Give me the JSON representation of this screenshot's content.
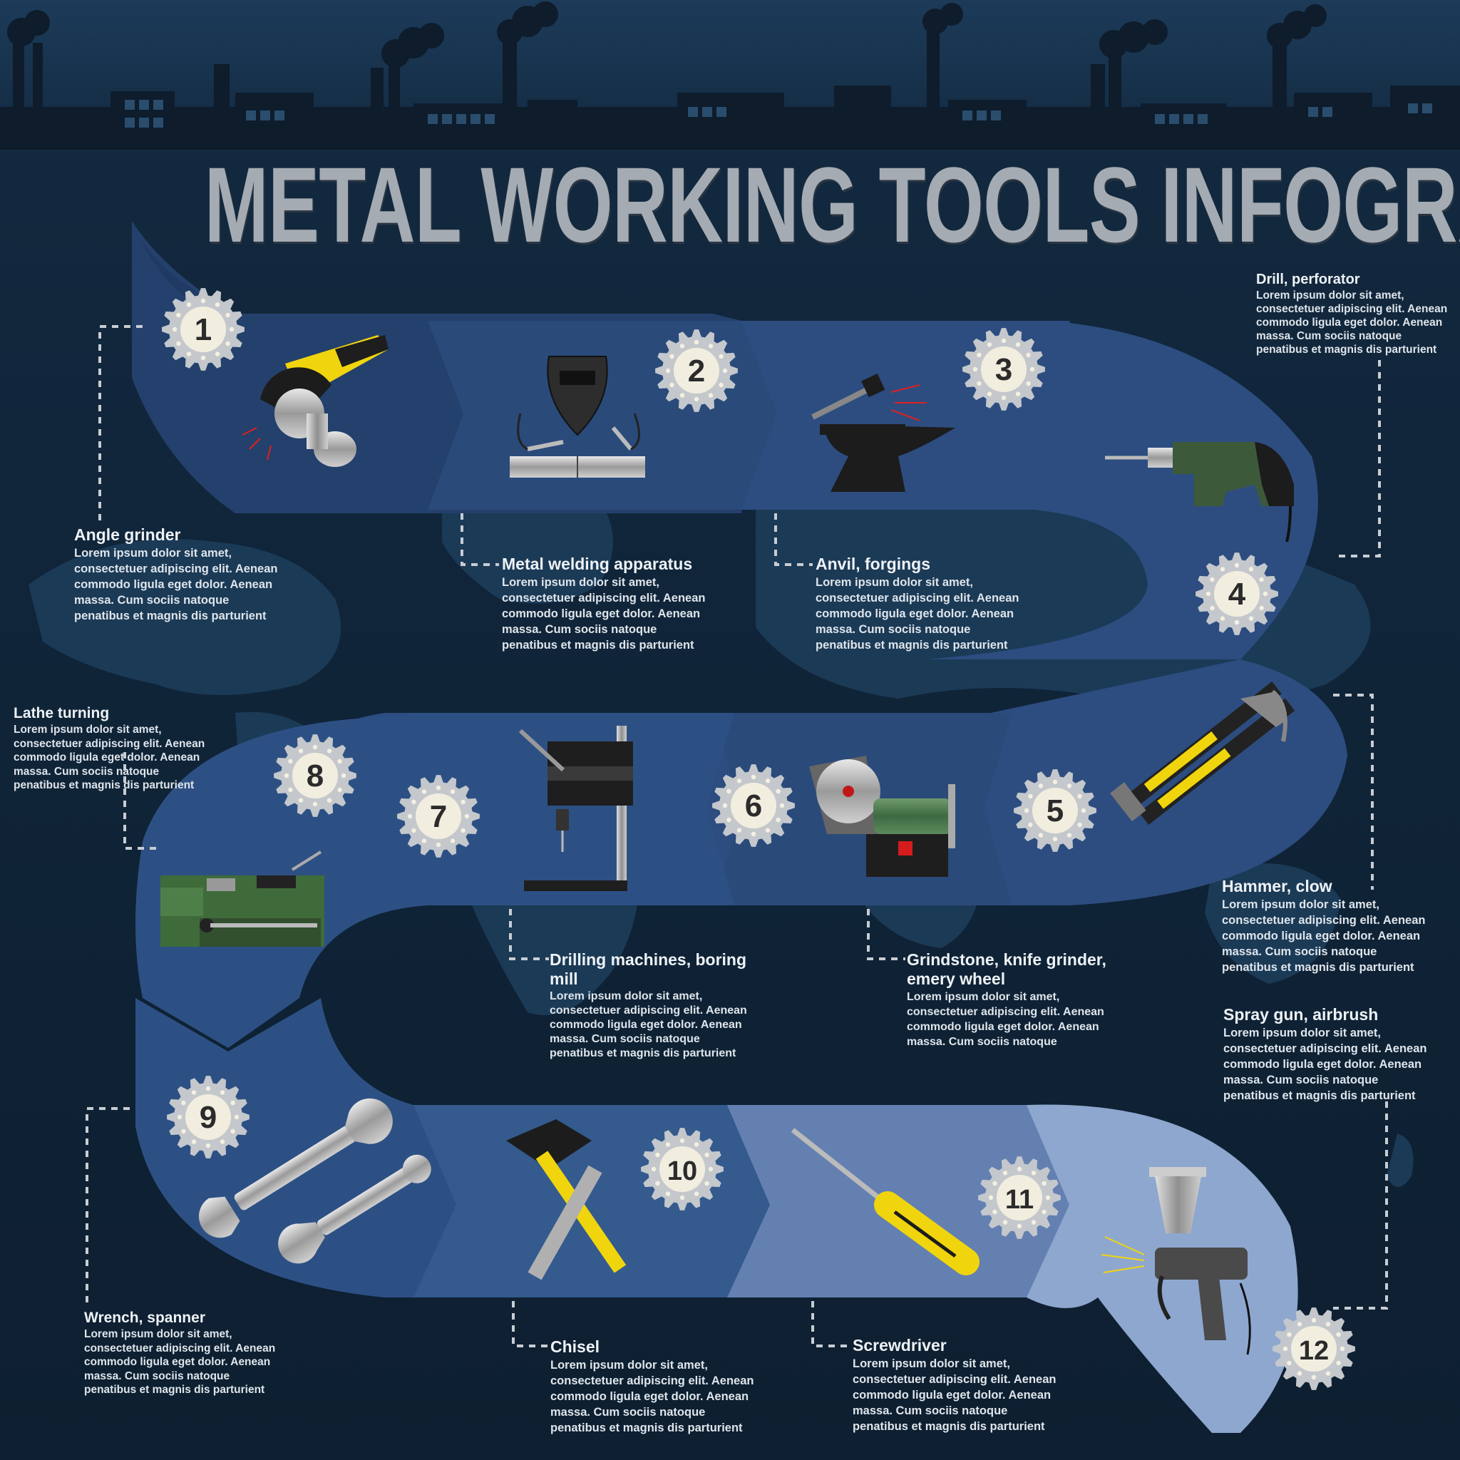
{
  "title": "METAL WORKING TOOLS INFOGRAPHICS",
  "colors": {
    "background": "#0d1f30",
    "sky_top": "#1c3b59",
    "factory_silhouette": "#0e1c2b",
    "world_map": "#1b3a56",
    "path_dark": "#24406c",
    "path_mid": "#345a8e",
    "path_light": "#6480b1",
    "path_lightest": "#8ea7cf",
    "gear": "#c4c8cc",
    "title": "#a5abb2"
  },
  "steps": [
    {
      "number": "1",
      "name": "Angle grinder",
      "icon": "angle-grinder-icon",
      "text": "Lorem ipsum dolor sit amet,\nconsectetuer adipiscing elit. Aenean\ncommodo ligula eget dolor. Aenean\nmassa. Cum sociis natoque\npenatibus et magnis dis parturient"
    },
    {
      "number": "2",
      "name": "Metal welding apparatus",
      "icon": "welding-mask-icon",
      "text": "Lorem ipsum dolor sit amet,\nconsectetuer adipiscing elit. Aenean\ncommodo ligula eget dolor. Aenean\nmassa. Cum sociis natoque\npenatibus et magnis dis parturient"
    },
    {
      "number": "3",
      "name": "Anvil, forgings",
      "icon": "anvil-icon",
      "text": "Lorem ipsum dolor sit amet,\nconsectetuer adipiscing elit. Aenean\ncommodo ligula eget dolor. Aenean\nmassa. Cum sociis natoque\npenatibus et magnis dis parturient"
    },
    {
      "number": "4",
      "name": "Drill, perforator",
      "icon": "drill-icon",
      "text": "Lorem ipsum dolor sit amet,\nconsectetuer adipiscing elit. Aenean\ncommodo ligula eget dolor. Aenean\nmassa. Cum sociis natoque\npenatibus et magnis dis parturient"
    },
    {
      "number": "5",
      "name": "Hammer, clow",
      "icon": "claw-hammer-icon",
      "text": "Lorem ipsum dolor sit amet,\nconsectetuer adipiscing elit. Aenean\ncommodo ligula eget dolor. Aenean\nmassa. Cum sociis natoque\npenatibus et magnis dis parturient"
    },
    {
      "number": "6",
      "name": "Grindstone, knife grinder,\nemery wheel",
      "icon": "bench-grinder-icon",
      "text": "Lorem ipsum dolor sit amet,\nconsectetuer adipiscing elit. Aenean\ncommodo ligula eget dolor. Aenean\nmassa. Cum sociis natoque"
    },
    {
      "number": "7",
      "name": "Drilling machines, boring\nmill",
      "icon": "drill-press-icon",
      "text": "Lorem ipsum dolor sit amet,\nconsectetuer adipiscing elit. Aenean\ncommodo ligula eget dolor. Aenean\nmassa. Cum sociis natoque\npenatibus et magnis dis parturient"
    },
    {
      "number": "8",
      "name": "Lathe turning",
      "icon": "lathe-icon",
      "text": "Lorem ipsum dolor sit amet,\nconsectetuer adipiscing elit. Aenean\ncommodo ligula eget dolor. Aenean\nmassa. Cum sociis natoque\npenatibus et magnis dis parturient"
    },
    {
      "number": "9",
      "name": "Wrench, spanner",
      "icon": "wrench-icon",
      "text": "Lorem ipsum dolor sit amet,\nconsectetuer adipiscing elit. Aenean\ncommodo ligula eget dolor. Aenean\nmassa. Cum sociis natoque\npenatibus et magnis dis parturient"
    },
    {
      "number": "10",
      "name": "Chisel",
      "icon": "chisel-icon",
      "text": "Lorem ipsum dolor sit amet,\nconsectetuer adipiscing elit. Aenean\ncommodo ligula eget dolor. Aenean\nmassa. Cum sociis natoque\npenatibus et magnis dis parturient"
    },
    {
      "number": "11",
      "name": "Screwdriver",
      "icon": "screwdriver-icon",
      "text": "Lorem ipsum dolor sit amet,\nconsectetuer adipiscing elit. Aenean\ncommodo ligula eget dolor. Aenean\nmassa. Cum sociis natoque\npenatibus et magnis dis parturient"
    },
    {
      "number": "12",
      "name": "Spray gun, airbrush",
      "icon": "spray-gun-icon",
      "text": "Lorem ipsum dolor sit amet,\nconsectetuer adipiscing elit. Aenean\ncommodo ligula eget dolor. Aenean\nmassa. Cum sociis natoque\npenatibus et magnis dis parturient"
    }
  ]
}
